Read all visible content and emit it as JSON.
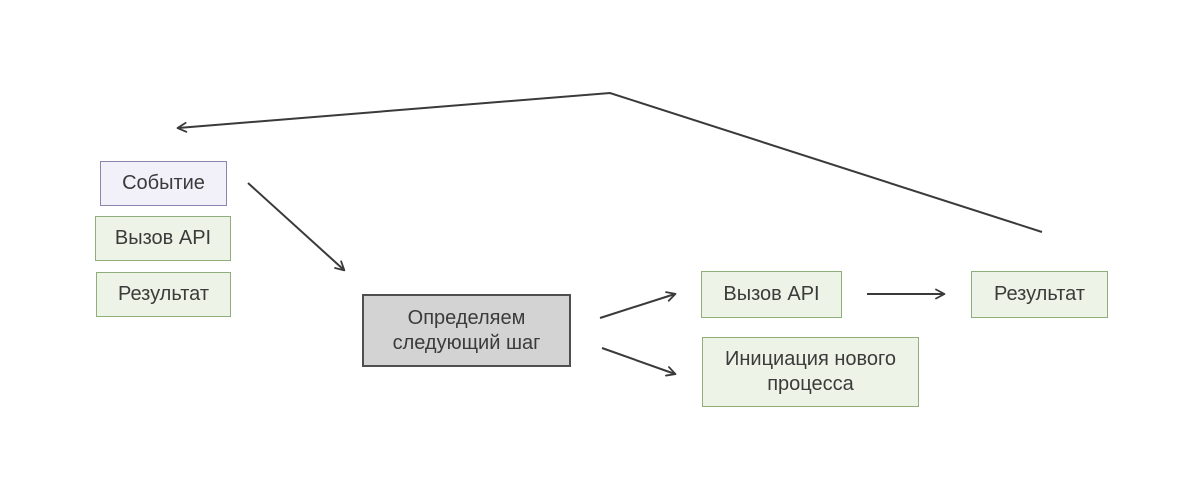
{
  "diagram": {
    "background": "#ffffff",
    "nodes": {
      "event": {
        "label": "Событие",
        "kind": "event"
      },
      "api_call_left": {
        "label": "Вызов API",
        "kind": "step"
      },
      "result_left": {
        "label": "Результат",
        "kind": "step"
      },
      "decide": {
        "label": "Определяем следующий шаг",
        "kind": "decision"
      },
      "api_call_right": {
        "label": "Вызов API",
        "kind": "step"
      },
      "result_right": {
        "label": "Результат",
        "kind": "step"
      },
      "new_process": {
        "label": "Инициация нового процесса",
        "kind": "step"
      }
    },
    "edges": [
      {
        "from": "result_right",
        "to": "event",
        "description": "loop back to event"
      },
      {
        "from": "event",
        "to": "decide",
        "description": "event to decision"
      },
      {
        "from": "decide",
        "to": "api_call_right",
        "description": "decision to API call"
      },
      {
        "from": "decide",
        "to": "new_process",
        "description": "decision to new process initiation"
      },
      {
        "from": "api_call_right",
        "to": "result_right",
        "description": "API call to result"
      }
    ],
    "colors": {
      "event_fill": "#f2f1f9",
      "event_border": "#8a85ae",
      "green_fill": "#edf3e6",
      "green_border": "#90ae79",
      "gray_fill": "#d3d3d3",
      "gray_border": "#4f4f4f",
      "arrow": "#3a3a3a",
      "text": "#3b3b3b"
    }
  }
}
